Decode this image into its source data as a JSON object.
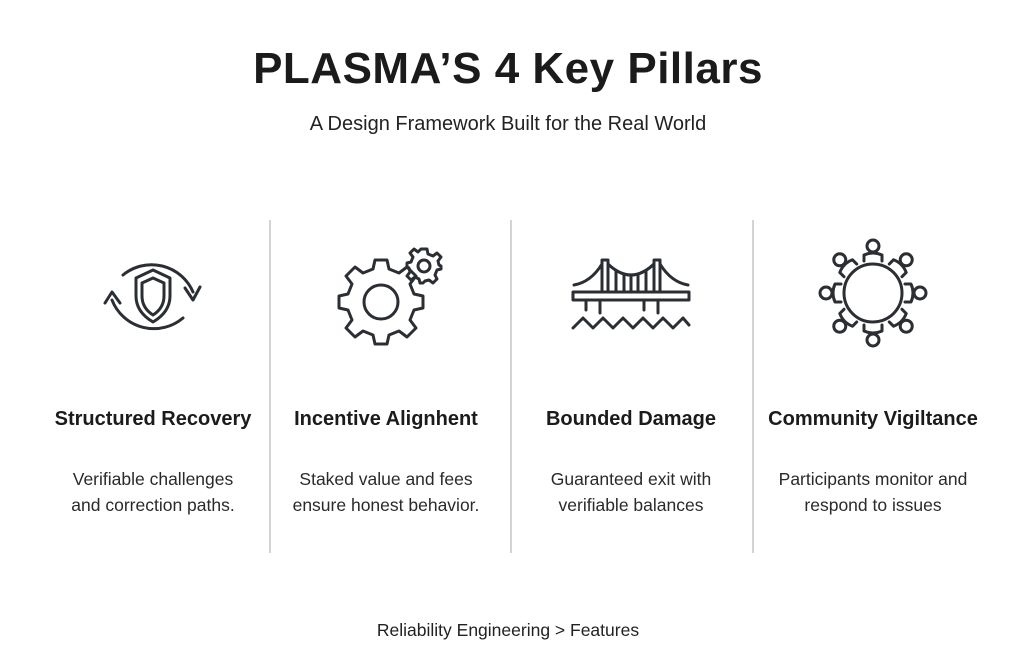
{
  "header": {
    "title": "PLASMA’S 4 Key Pillars",
    "subtitle": "A Design Framework Built for the Real World"
  },
  "pillars": [
    {
      "icon": "shield-refresh-icon",
      "title": "Structured Recovery",
      "line1": "Verifiable challenges",
      "line2": "and correction paths."
    },
    {
      "icon": "gears-icon",
      "title": "Incentive Alignhent",
      "line1": "Staked value and fees",
      "line2": "ensure honest behavior."
    },
    {
      "icon": "bridge-icon",
      "title": "Bounded Damage",
      "line1": "Guaranteed exit with",
      "line2": "verifiable balances"
    },
    {
      "icon": "round-table-icon",
      "title": "Community Vigiltance",
      "line1": "Participants monitor and",
      "line2": "respond to issues"
    }
  ],
  "footer": {
    "text": "Reliability Engineering > Features"
  }
}
